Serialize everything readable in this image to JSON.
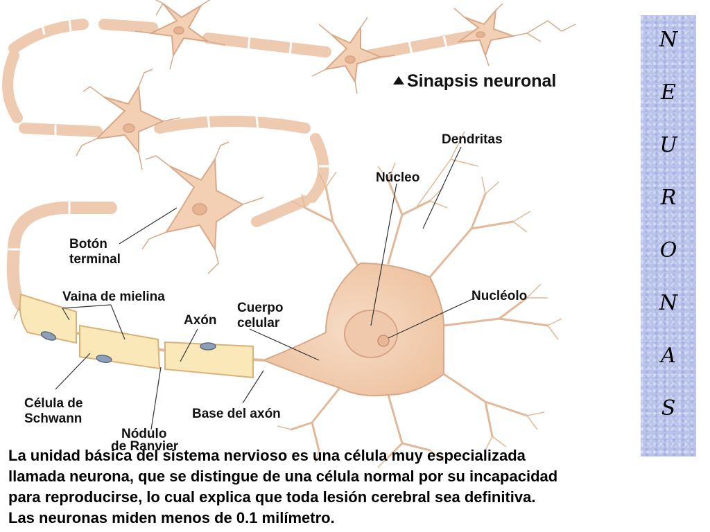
{
  "diagram": {
    "title": "Sinapsis neuronal",
    "labels": {
      "dendritas": "Dendritas",
      "nucleo": "Núcleo",
      "nucleolo": "Nucléolo",
      "boton_1": "Botón",
      "boton_2": "terminal",
      "vaina": "Vaina de mielina",
      "axon": "Axón",
      "cuerpo_1": "Cuerpo",
      "cuerpo_2": "celular",
      "schwann_1": "Célula de",
      "schwann_2": "Schwann",
      "nodulo_1": "Nódulo",
      "nodulo_2": "de Ranvier",
      "base_axon": "Base del axón"
    }
  },
  "side_title": {
    "letters": [
      "N",
      "E",
      "U",
      "R",
      "O",
      "N",
      "A",
      "S"
    ]
  },
  "caption": {
    "lines": [
      "La unidad básica del sistema nervioso es una célula muy especializada",
      "llamada neurona, que se distingue de una célula normal por su incapacidad",
      "para reproducirse, lo cual explica que toda lesión cerebral sea definitiva.",
      "Las neuronas miden menos de 0.1 milímetro."
    ]
  },
  "colors": {
    "cell": "#f3d0b4",
    "cell_edge": "#d9a888",
    "myelin": "#fbe8b8",
    "panel": "#b9c3ea"
  }
}
